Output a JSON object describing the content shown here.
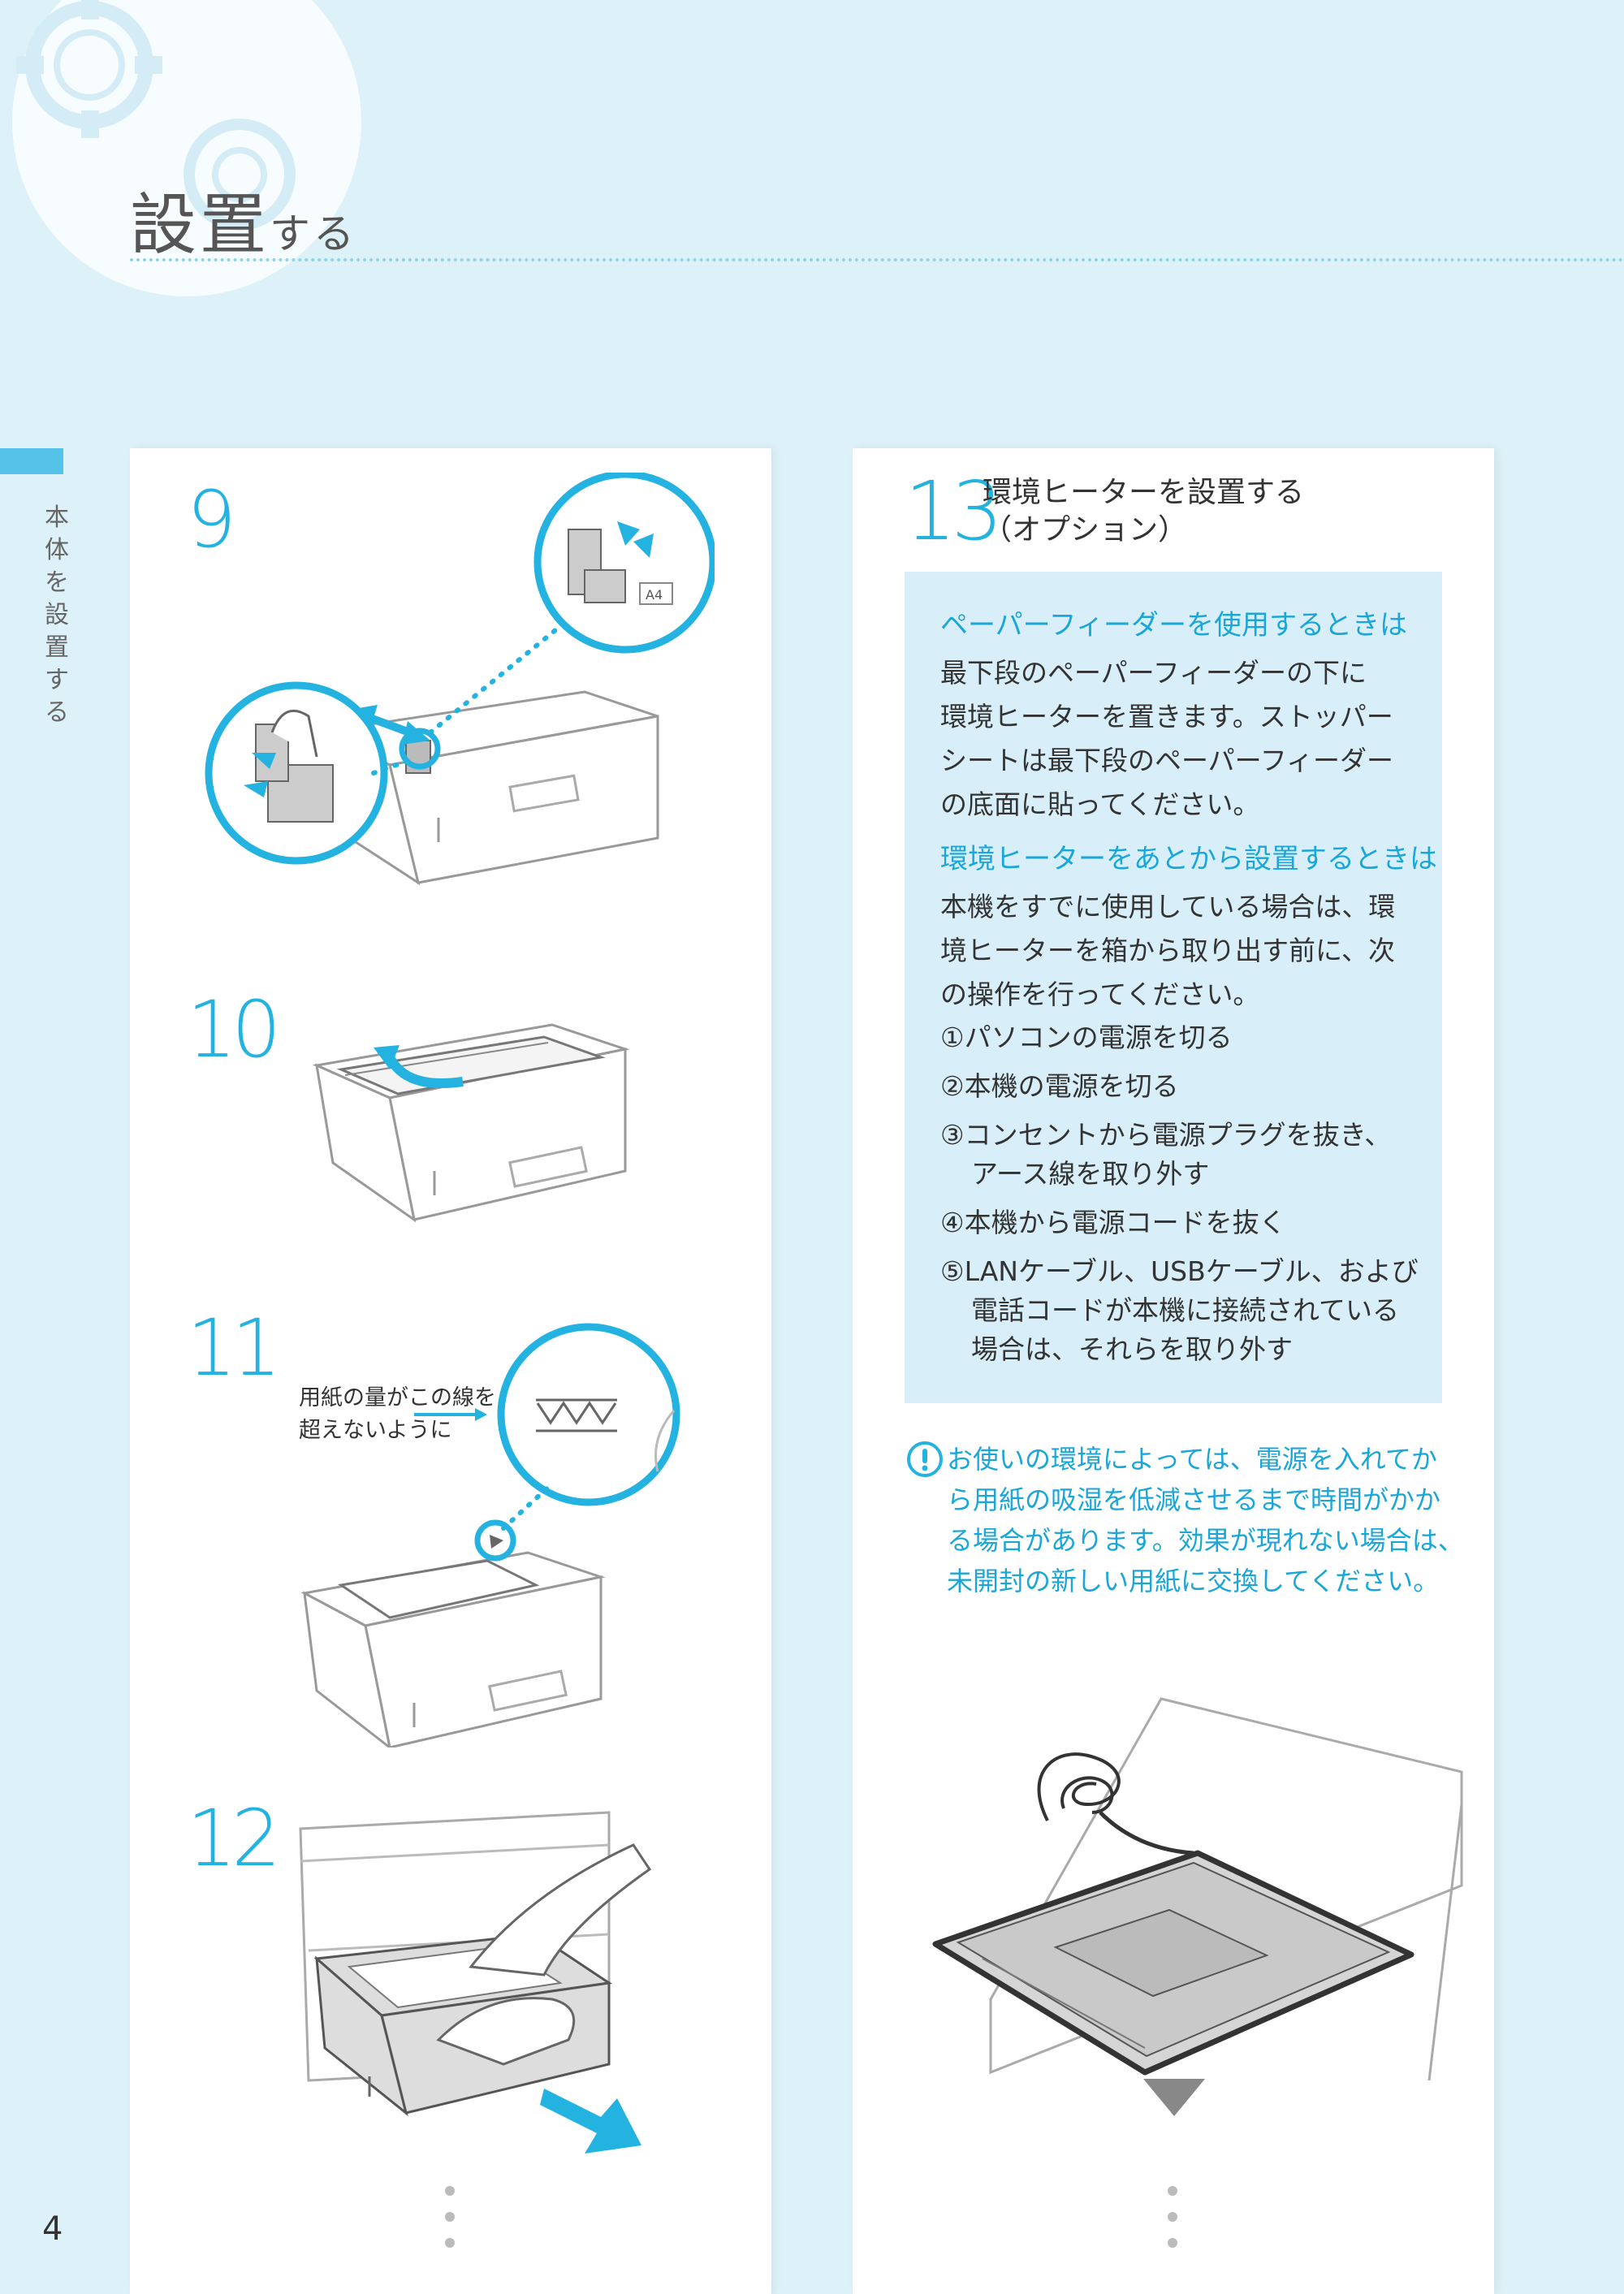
{
  "header": {
    "title_main": "設置",
    "title_suffix": "する"
  },
  "side": {
    "chars": [
      "本",
      "体",
      "を",
      "設",
      "置",
      "す",
      "る"
    ]
  },
  "page_number": "4",
  "steps_left": [
    {
      "number": "9"
    },
    {
      "number": "10"
    },
    {
      "number": "11",
      "label_lines": [
        "用紙の量がこの線を",
        "超えないように"
      ]
    },
    {
      "number": "12"
    }
  ],
  "step9_tray_label": "A4",
  "step13": {
    "number": "13",
    "title_lines": [
      "環境ヒーターを設置する",
      "（オプション）"
    ],
    "section1": {
      "heading": "ペーパーフィーダーを使用するときは",
      "lines": [
        "最下段のペーパーフィーダーの下に",
        "環境ヒーターを置きます。ストッパー",
        "シートは最下段のペーパーフィーダー",
        "の底面に貼ってください。"
      ]
    },
    "section2": {
      "heading": "環境ヒーターをあとから設置するときは",
      "lines": [
        "本機をすでに使用している場合は、環",
        "境ヒーターを箱から取り出す前に、次",
        "の操作を行ってください。"
      ],
      "items": [
        {
          "lines": [
            "①パソコンの電源を切る"
          ]
        },
        {
          "lines": [
            "②本機の電源を切る"
          ]
        },
        {
          "lines": [
            "③コンセントから電源プラグを抜き、",
            "アース線を取り外す"
          ]
        },
        {
          "lines": [
            "④本機から電源コードを抜く"
          ]
        },
        {
          "lines": [
            "⑤LANケーブル、USBケーブル、および",
            "電話コードが本機に接続されている",
            "場合は、それらを取り外す"
          ]
        }
      ]
    },
    "note": {
      "lines": [
        "お使いの環境によっては、電源を入れてか",
        "ら用紙の吸湿を低減させるまで時間がかか",
        "る場合があります。効果が現れない場合は、",
        "未開封の新しい用紙に交換してください。"
      ]
    }
  },
  "colors": {
    "accent": "#24b2e0",
    "background": "#ddf1f9",
    "box": "#d8eff9"
  }
}
